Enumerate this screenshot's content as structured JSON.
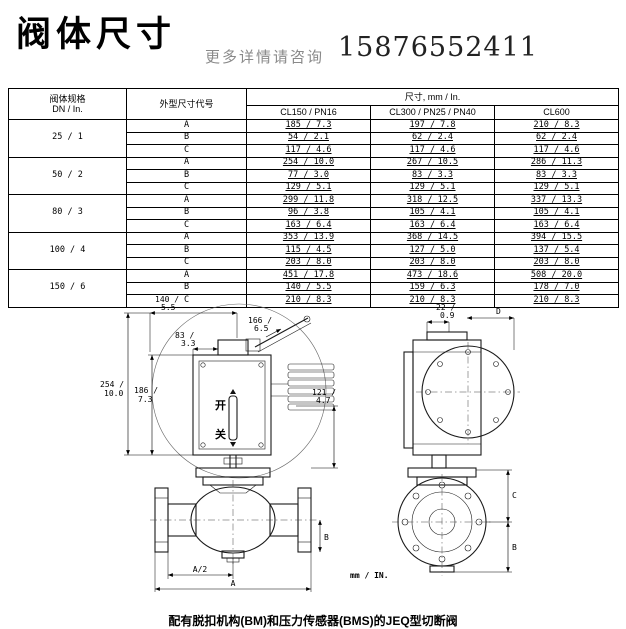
{
  "header": {
    "title": "阀体尺寸",
    "subtitle": "更多详情请咨询",
    "phone": "15876552411"
  },
  "table": {
    "col1_line1": "阀体规格",
    "col1_line2": "DN / In.",
    "col2_header": "外型尺寸代号",
    "size_header": "尺寸, mm / In.",
    "class_headers": [
      "CL150 / PN16",
      "CL300 / PN25 / PN40",
      "CL600"
    ],
    "groups": [
      {
        "dn": "25 / 1",
        "rows": [
          {
            "code": "A",
            "values": [
              "185 / 7.3",
              "197 / 7.8",
              "210 / 8.3"
            ]
          },
          {
            "code": "B",
            "values": [
              "54 / 2.1",
              "62 / 2.4",
              "62 / 2.4"
            ]
          },
          {
            "code": "C",
            "values": [
              "117 / 4.6",
              "117 / 4.6",
              "117 / 4.6"
            ]
          }
        ]
      },
      {
        "dn": "50 / 2",
        "rows": [
          {
            "code": "A",
            "values": [
              "254 / 10.0",
              "267 / 10.5",
              "286 / 11.3"
            ]
          },
          {
            "code": "B",
            "values": [
              "77 / 3.0",
              "83 / 3.3",
              "83 / 3.3"
            ]
          },
          {
            "code": "C",
            "values": [
              "129 / 5.1",
              "129 / 5.1",
              "129 / 5.1"
            ]
          }
        ]
      },
      {
        "dn": "80 / 3",
        "rows": [
          {
            "code": "A",
            "values": [
              "299 / 11.8",
              "318 / 12.5",
              "337 / 13.3"
            ]
          },
          {
            "code": "B",
            "values": [
              "96 / 3.8",
              "105 / 4.1",
              "105 / 4.1"
            ]
          },
          {
            "code": "C",
            "values": [
              "163 / 6.4",
              "163 / 6.4",
              "163 / 6.4"
            ]
          }
        ]
      },
      {
        "dn": "100 / 4",
        "rows": [
          {
            "code": "A",
            "values": [
              "353 / 13.9",
              "368 / 14.5",
              "394 / 15.5"
            ]
          },
          {
            "code": "B",
            "values": [
              "115 / 4.5",
              "127 / 5.0",
              "137 / 5.4"
            ]
          },
          {
            "code": "C",
            "values": [
              "203 / 8.0",
              "203 / 8.0",
              "203 / 8.0"
            ]
          }
        ]
      },
      {
        "dn": "150 / 6",
        "rows": [
          {
            "code": "A",
            "values": [
              "451 / 17.8",
              "473 / 18.6",
              "508 / 20.0"
            ]
          },
          {
            "code": "B",
            "values": [
              "140 / 5.5",
              "159 / 6.3",
              "178 / 7.0"
            ]
          },
          {
            "code": "C",
            "values": [
              "210 / 8.3",
              "210 / 8.3",
              "210 / 8.3"
            ]
          }
        ]
      }
    ]
  },
  "drawing": {
    "labels": {
      "w140": [
        "140 /",
        "5.5"
      ],
      "w166": [
        "166 /",
        "6.5"
      ],
      "w83": [
        "83 /",
        "3.3"
      ],
      "h254": [
        "254 /",
        "10.0"
      ],
      "h186": [
        "186 /",
        "7.3"
      ],
      "h121": [
        "121 /",
        "4.7"
      ],
      "w22": [
        "22 /",
        "0.9"
      ],
      "half_a": "A/2",
      "a": "A",
      "b": "B",
      "c": "C",
      "d": "D",
      "open": "开",
      "close": "关",
      "units": "mm / IN."
    },
    "caption": "配有脱扣机构(BM)和压力传感器(BMS)的JEQ型切断阀"
  }
}
